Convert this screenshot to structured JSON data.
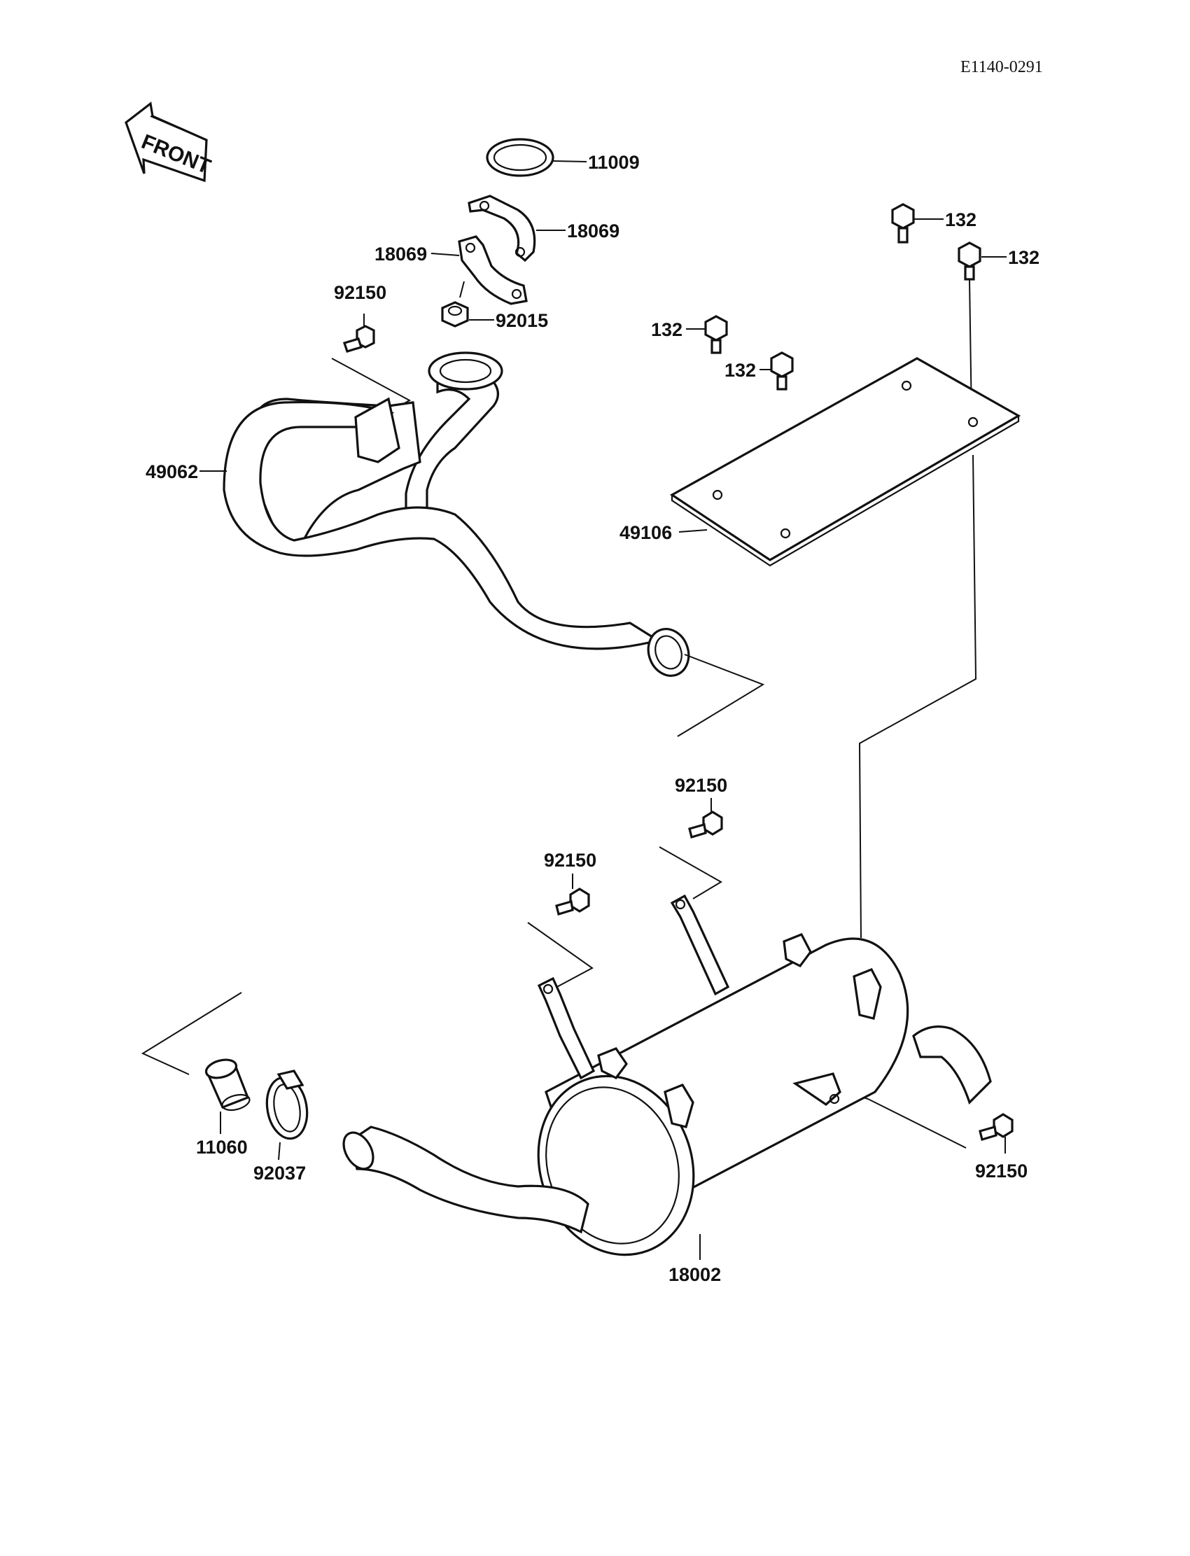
{
  "drawing_code": "E1140-0291",
  "front_label": "FRONT",
  "parts": {
    "gasket_11009": "11009",
    "holder_18069_upper": "18069",
    "holder_18069_lower": "18069",
    "nut_92015": "92015",
    "bolt_92150_pipe": "92150",
    "exhaust_pipe_49062": "49062",
    "bolt_132_a": "132",
    "bolt_132_b": "132",
    "bolt_132_c": "132",
    "bolt_132_d": "132",
    "plate_49106": "49106",
    "bolt_92150_top": "92150",
    "bolt_92150_mid": "92150",
    "bolt_92150_right": "92150",
    "bushing_11060": "11060",
    "clamp_92037": "92037",
    "muffler_18002": "18002"
  }
}
